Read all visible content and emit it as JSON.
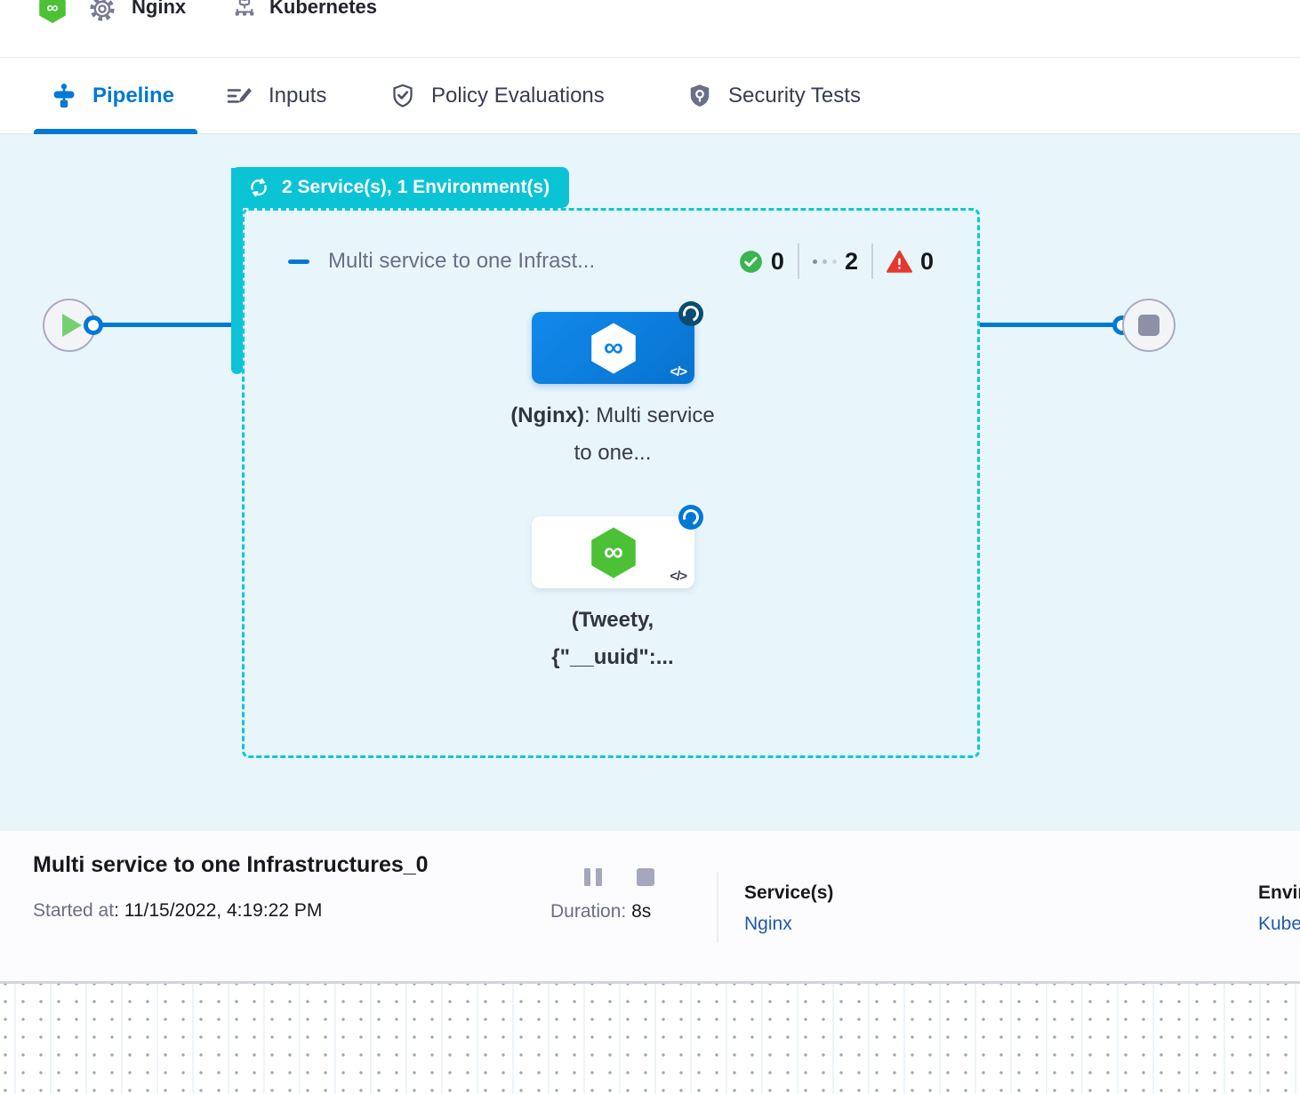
{
  "header": {
    "service_name": "Nginx",
    "environment_name": "Kubernetes"
  },
  "tabs": [
    {
      "label": "Pipeline"
    },
    {
      "label": "Inputs"
    },
    {
      "label": "Policy Evaluations"
    },
    {
      "label": "Security Tests"
    }
  ],
  "canvas": {
    "group_badge": "2 Service(s), 1 Environment(s)",
    "stage": {
      "title": "Multi service to one Infrast...",
      "success_count": "0",
      "running_count": "2",
      "failed_count": "0"
    },
    "nodes": [
      {
        "bold": "(Nginx)",
        "rest": ": Multi service to one...",
        "code_icon": "</>"
      },
      {
        "bold": "(Tweety, {\"__uuid\":...",
        "rest": "",
        "code_icon": "</>"
      }
    ]
  },
  "footer": {
    "title": "Multi service to one Infrastructures_0",
    "started_label": "Started at",
    "started_value": ": 11/15/2022, 4:19:22 PM",
    "duration_label": "Duration:",
    "duration_value": "8s",
    "services_label": "Service(s)",
    "services_value": "Nginx",
    "environments_label": "Environment(s)",
    "environments_value": "Kubernetes"
  },
  "colors": {
    "primary_blue": "#0278d5",
    "teal": "#0ac4d6",
    "canvas_bg": "#e8f6fc",
    "card_blue": "#0b82e4",
    "harness_green": "#4cc136",
    "success_green": "#3bb452",
    "error_red": "#e4392e",
    "link_blue": "#2058b0"
  }
}
